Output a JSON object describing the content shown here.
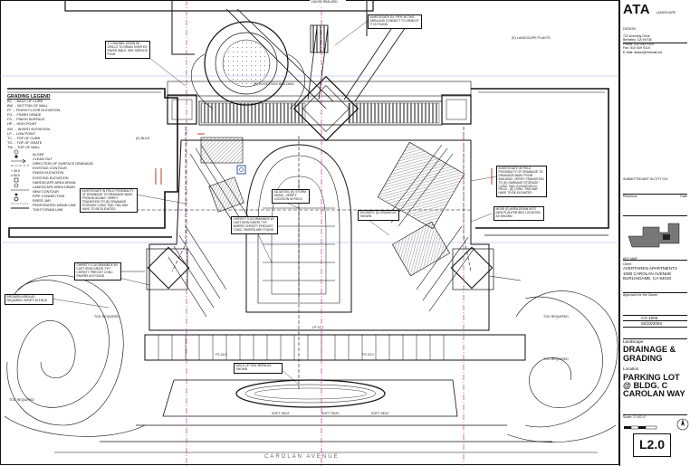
{
  "firm": {
    "logo": "ATA",
    "name": "LANDSCAPE DESIGN",
    "address": "722 Aveniely Drive",
    "city": "Berkeley, CA 94708",
    "phone": "Phone: 510 549 9100",
    "fax": "Fax: 510 549 9115",
    "email": "E-Mail: atalan@hotmail.net"
  },
  "title_block": {
    "revision_note": "SUBMITTED/ART IN CITY CIV",
    "revisions_label": "Revisions",
    "date_label": "Date",
    "keymap_label": "KEY MAP",
    "client_label": "Client",
    "client_name": "AVERTHREN APARTMENTS",
    "client_address": "1080 CAROLAN AVENUE",
    "client_city": "BURLINGAME, CA 94010",
    "approved_label": "Approved for the Owner",
    "job_no": "CO 4006",
    "date": "02/23/2004",
    "discipline": "Landscape",
    "sheet_title": "DRAINAGE & GRADING",
    "location_label": "Location",
    "location": "PARKING LOT @ BLDG. C CAROLAN WAY",
    "scale": "Scale: 1\"=20'-0\"",
    "sheet_no": "L2.0"
  },
  "legend": {
    "title": "GRADING LEGEND",
    "abbreviations": [
      "BC ... BACK OF CURB",
      "BW ... BOTTOM OF WALL",
      "FF ... FINISH FLOOR ELEVATION",
      "FG ... FINISH GRADE",
      "FS ... FINISH SURFACE",
      "HP ... HIGH POINT",
      "INV ... INVERT ELEVATION",
      "LP ... LOW POINT",
      "TC ... TOP OF CURB",
      "TG ... TOP OF GRATE",
      "TW ... TOP OF WALL"
    ],
    "symbols": [
      "IN-SEE",
      "CLEAN OUT",
      "DIRECTION OF SURFACE DRAINAGE",
      "EXISTING CONTOUR",
      "FINISH ELEVATION",
      "EXISTING ELEVATION",
      "HARDSCAPE AREA DRAIN",
      "LANDSCAPE AREA DRAIN",
      "NEW CONTOUR",
      "PIPE CONNECTION",
      "RISER JAR",
      "PERFORATED DRAIN LINE",
      "TIGHT DRAIN LINE"
    ]
  },
  "notes": [
    "4\" CHANNEL DRAIN W/ GRILLS TO DRAIN OVER EX. PAVED WALK. SEE SERVICE PLAN",
    "INVESTIGATE EX. PIPE IN THIS AREA AND CONNECT TO DRAIN IF IT IS FOUND",
    "CAN BE REALIZED",
    "INVESTIGATE IN FIELD POSSIBILITY OF DRAINAGE TO DRAINAGE AWAY FROM BUILDING. VERIFY TRANSITION TO (E) DRAINAGE STORAGE CONC. PAD. PAD MAY HAVE TO BE ELEVATED",
    "INVESTIGATE IN FIELD POSSIBILITY OF DRAINAGE TO DRAINAGE AWAY FROM BUILDING. VERIFY TRANSITION TO (E) GARBAGE STORAGE CONC. PAD. ELEVATION IN FIELD - (E) CONC. PAD MAY HAVE TO BE ELEVATED",
    "ADJUSTED (E) STORM DRAIN - VERIFY LOCATION IN FIELD",
    "CHRISTY V-24 DRAINBOX W/ CAST IRON GRATE TYP. WHERE CHRISTY PRECAST CONC. PAVERS ARE FOUND",
    "BOUNDRY (E) DRAINS AS SHOWN",
    "MOVE (E) AREA DRAIN INTO NEW PLANTER BED LOCATION AS SHOWN",
    "CHRISTY V-24 DRAINBOX W/ CAST IRON GRATE TYP. CHRISTY PRECIST CONC. PAVERS AS FOUND",
    "BROADEN AREA AS REQUIRED VERIFY IN FIELD",
    "BUILD UP SOIL BERM AS SHOWN"
  ],
  "labels": {
    "street": "CAROLAN AVENUE",
    "landscape_area": "(E) LANDSCAPE PLANTS",
    "bldg_c": "(E) BLDG",
    "ex_bldg_wall": "(E) HOSES BOX BUILDING",
    "tog_required_1": "TOG REQUIRED",
    "tog_required_2": "TOG REQUIRED",
    "tog_required_3": "TOG REQUIRED",
    "tog_required_4": "TOG REQUIRED",
    "elev_1": "FS 24.5",
    "elev_2": "FS 23.0",
    "elev_3": "LP 22.1",
    "elev_4": "SOFT SEAT",
    "elev_5": "SOFT SEAT",
    "elev_6": "SOFT SEAT"
  },
  "colors": {
    "line": "#111111",
    "property_line": "#b03a9e",
    "drain_accent": "#c0392b",
    "site_grid": "#7f9ac9",
    "drain_symbol": "#2b57a6"
  }
}
